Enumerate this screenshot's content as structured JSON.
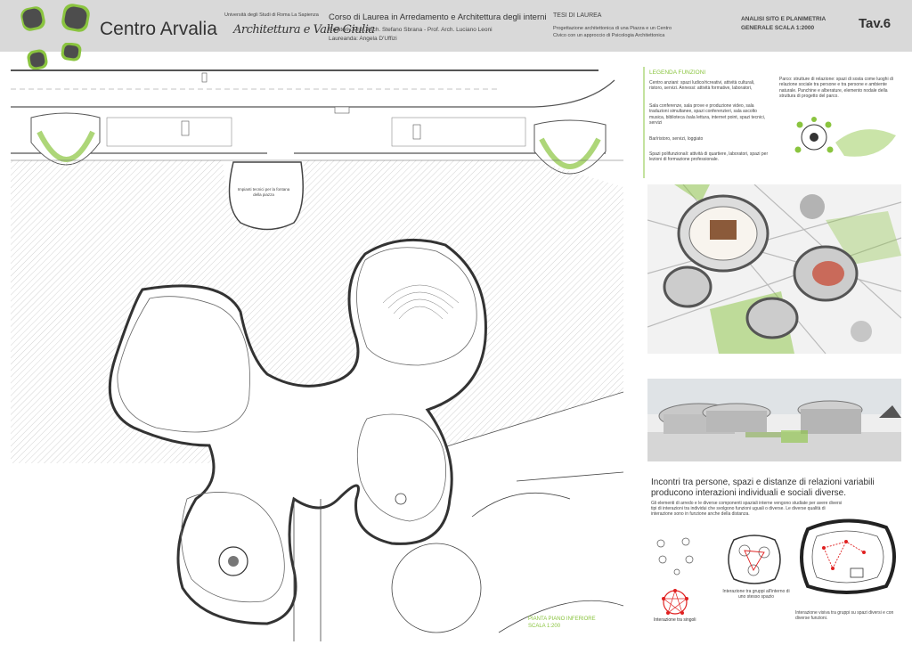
{
  "header": {
    "project_title": "Centro Arvalia",
    "university": "Università degli Studi di Roma La Sapienza",
    "faculty_signature": "Architettura e Valle Giulia",
    "course": "Corso di Laurea  in Arredamento e Architettura degli interni",
    "relatori": "Relatori : Prof. Arch. Stefano Sbrana - Prof. Arch. Luciano Leoni",
    "laureanda": "Laureanda: Angela D'Uffizi",
    "thesis_label": "TESI DI LAUREA",
    "thesis_subject_line1": "Progettazione architettonica di una Piazza e un Centro",
    "thesis_subject_line2": "Civico con un approccio di Psicologia Architettonica",
    "board_title_line1": "ANALISI SITO E PLANIMETRIA",
    "board_title_line2": "GENERALE      SCALA 1:2000",
    "sheet_number": "Tav.6"
  },
  "legend": {
    "title": "LEGENDA FUNZIONI",
    "item1": "Centro anziani: spazi ludico/ricreativi, attività culturali, ristoro, servizi. Annessi: attività formative, laboratori,",
    "item2": "Sala conferenze, sala prove e produzione video, sala traduzioni simultanee, spazi conferenzieri, sala ascolto musica, biblioteca /sala lettura, internet point, spazi tecnici, servizi",
    "item3": "Bar/ristoro, servizi, loggiato",
    "item4": "Spazi polifunzionali: attività di quartiere, laboratori, spazi per lezioni di formazione professionale.",
    "parco": "Parco: strutture di relazione: spazi di sosta come luoghi di relazione sociale tra persone e tra persone e ambiente naturale. Panchine e alberature, elemento nodale della struttura di progetto del parco."
  },
  "plan": {
    "impianti_note": "Impianti tecnici per la fontana della piazza",
    "title_line1": "PIANTA PIANO INFERIORE",
    "title_line2": "SCALA 1:200"
  },
  "section": {
    "heading_line1": "Incontri tra persone, spazi e distanze di relazioni variabili",
    "heading_line2": "producono interazioni individuali e sociali diverse.",
    "explanation": "Gli elementi di arredo e le diverse componenti spaziali interne vengono studiate per avere diversi tipi di interazioni tra individui che svolgono funzioni uguali o diverse. Le diverse qualità di interazione sono in funzione anche della distanza.",
    "caption_singoli": "Interazione tra singoli",
    "caption_gruppi": "Interazione tra gruppi all'interno di uno stesso spazio",
    "caption_visiva": "Interazione visiva tra gruppi su spazi diversi e con diverse funzioni."
  },
  "colors": {
    "header_bg": "#d9d9d9",
    "accent_green": "#8ac43f",
    "logo_dark": "#4d4d4d",
    "interaction_red": "#e02020"
  }
}
